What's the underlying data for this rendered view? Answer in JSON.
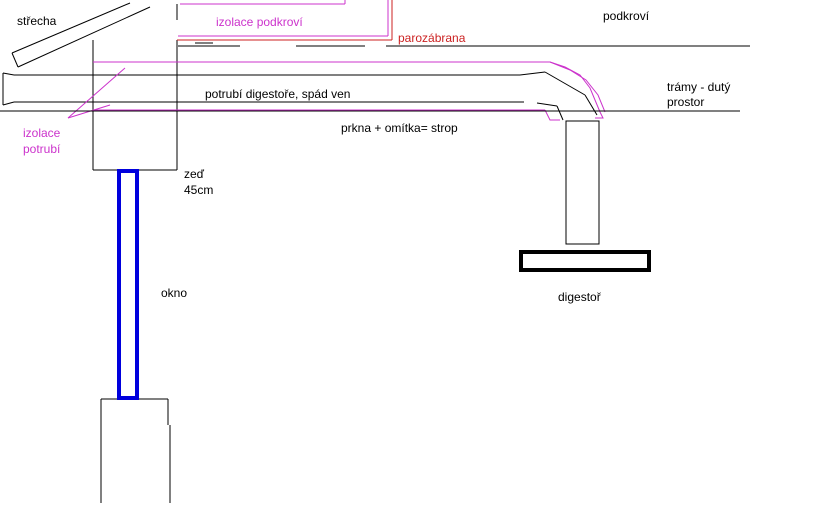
{
  "colors": {
    "line": "#000000",
    "insulation": "#cc33cc",
    "vapor_barrier": "#cc2222",
    "window": "#0000dd"
  },
  "labels": {
    "roof": "střecha",
    "attic_insulation": "izolace podkroví",
    "vapor_barrier": "parozábrana",
    "attic": "podkroví",
    "beams": "trámy - dutý",
    "beams_line2": "prostor",
    "duct": "potrubí digestoře, spád ven",
    "ceiling": "prkna + omítka= strop",
    "pipe_insulation": "izolace",
    "pipe_insulation_line2": "potrubí",
    "wall": "zeď",
    "wall_thickness": "45cm",
    "window": "okno",
    "hood": "digestoř"
  }
}
